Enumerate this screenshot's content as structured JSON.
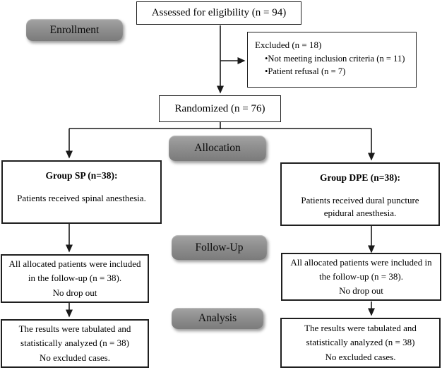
{
  "diagram": {
    "title_semantic": "CONSORT participant flow diagram",
    "stages": {
      "enrollment": "Enrollment",
      "allocation": "Allocation",
      "followup": "Follow-Up",
      "analysis": "Analysis"
    },
    "assessed": {
      "text": "Assessed for eligibility (n = 94)"
    },
    "excluded": {
      "title": "Excluded (n = 18)",
      "reasons": [
        "•Not meeting inclusion criteria (n = 11)",
        "•Patient refusal (n = 7)"
      ]
    },
    "randomized": {
      "text": "Randomized (n = 76)"
    },
    "group_sp": {
      "title": "Group SP (n=38):",
      "body": "Patients received spinal anesthesia."
    },
    "group_dpe": {
      "title": "Group DPE (n=38):",
      "body": "Patients received dural puncture epidural anesthesia."
    },
    "followup_sp": {
      "line1": "All allocated patients were included in the follow-up (n = 38).",
      "line2": "No drop out"
    },
    "followup_dpe": {
      "line1": "All allocated patients were included in the follow-up (n = 38).",
      "line2": "No drop out"
    },
    "analysis_sp": {
      "line1": "The results were tabulated and statistically analyzed (n = 38)",
      "line2": "No excluded cases."
    },
    "analysis_dpe": {
      "line1": "The results were tabulated and statistically analyzed (n = 38)",
      "line2": "No excluded cases."
    }
  },
  "colors": {
    "stage_button": "#8f8f8f",
    "stage_button_top": "#a3a3a3",
    "stage_button_bottom": "#7b7b7b",
    "box_border": "#1f1f1f",
    "arrow": "#1a1a1a",
    "background": "#ffffff",
    "text": "#000000"
  }
}
